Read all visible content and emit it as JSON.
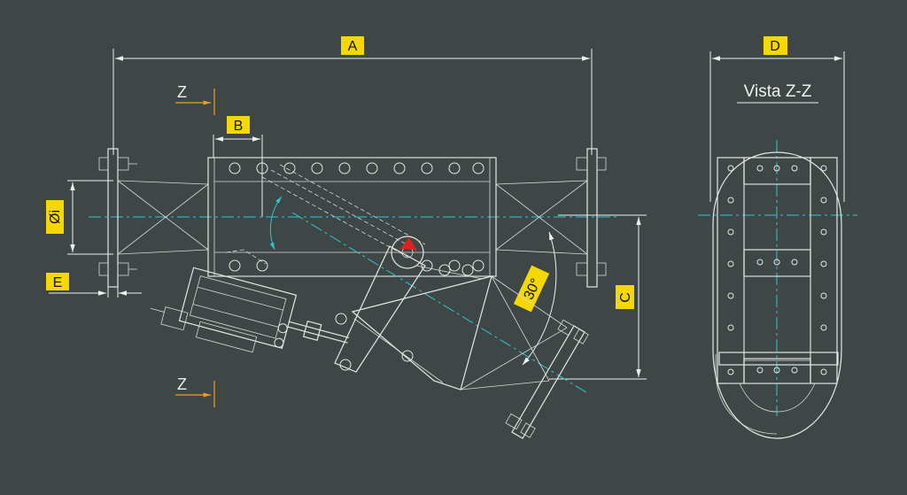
{
  "labels": {
    "A": "A",
    "B": "B",
    "C": "C",
    "D": "D",
    "E": "E",
    "diameter": "Øi",
    "angle": "30°",
    "view": "Vista Z-Z",
    "section_top": "Z",
    "section_bottom": "Z"
  },
  "colors": {
    "background": "#3f4646",
    "tag": "#f5d800",
    "centerline": "#2fc6d6",
    "section_marker": "#f0a020",
    "pivot": "#e0201e"
  }
}
